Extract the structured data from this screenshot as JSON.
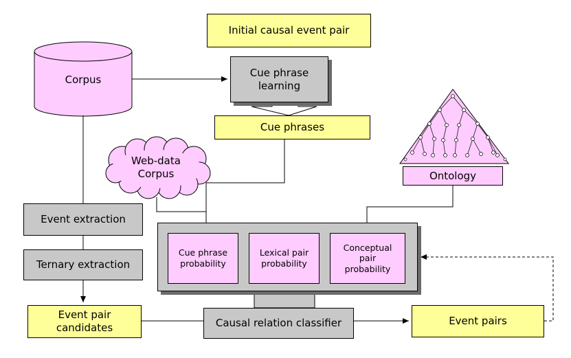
{
  "nodes": {
    "initial_pair": "Initial causal event pair",
    "corpus": "Corpus",
    "cue_learning": "Cue phrase\nlearning",
    "cue_phrases": "Cue phrases",
    "web_corpus": "Web-data\nCorpus",
    "ontology": "Ontology",
    "event_extraction": "Event extraction",
    "ternary_extraction": "Ternary extraction",
    "cue_prob": "Cue phrase\nprobability",
    "lexical_prob": "Lexical pair\nprobability",
    "conceptual_prob": "Conceptual\npair\nprobability",
    "candidates": "Event pair\ncandidates",
    "classifier": "Causal relation classifier",
    "event_pairs": "Event pairs"
  },
  "colors": {
    "yellow": "#ffff99",
    "gray": "#c8c8c8",
    "pink": "#ffccff",
    "shadow": "#6b6b6b"
  }
}
